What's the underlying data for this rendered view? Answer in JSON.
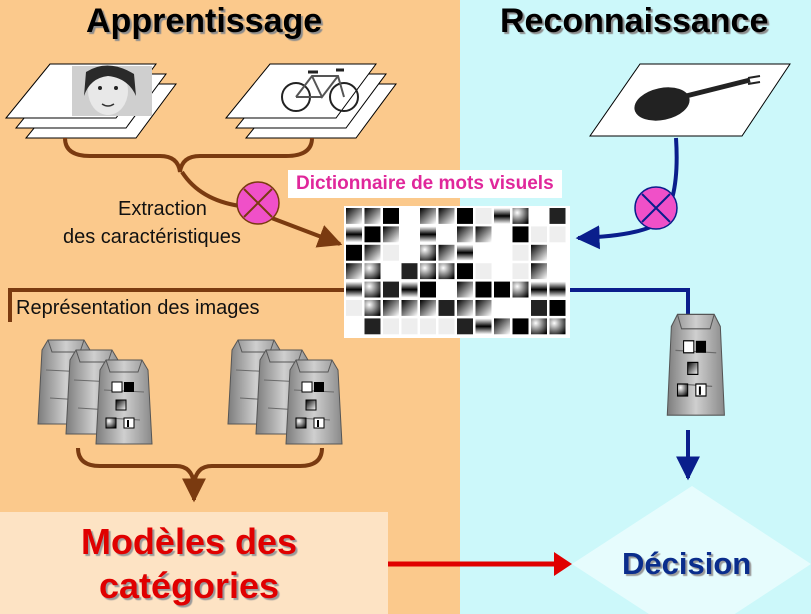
{
  "titles": {
    "learning": "Apprentissage",
    "recognition": "Reconnaissance"
  },
  "labels": {
    "extraction_line1": "Extraction",
    "extraction_line2": "des caractéristiques",
    "dictionary": "Dictionnaire de mots visuels",
    "representation": "Représentation des images",
    "models_line1": "Modèles des",
    "models_line2": "catégories",
    "decision": "Décision"
  },
  "icons": {
    "training_image_1": "face-photo-icon",
    "training_image_2": "bicycle-photo-icon",
    "test_image": "violin-photo-icon",
    "extract_operator": "cross-circle-icon",
    "bag": "paper-bag-icon"
  },
  "colors": {
    "left_background": "#fbc98c",
    "right_background": "#ccf8fa",
    "learning_arrows": "#7a3a10",
    "recognition_arrows": "#0a1e8c",
    "operator": "#f050c8",
    "models_text": "#e00000",
    "decision_text": "#0a2d8c",
    "dictionary_text": "#e0279b",
    "decision_arrow": "#e00000"
  }
}
